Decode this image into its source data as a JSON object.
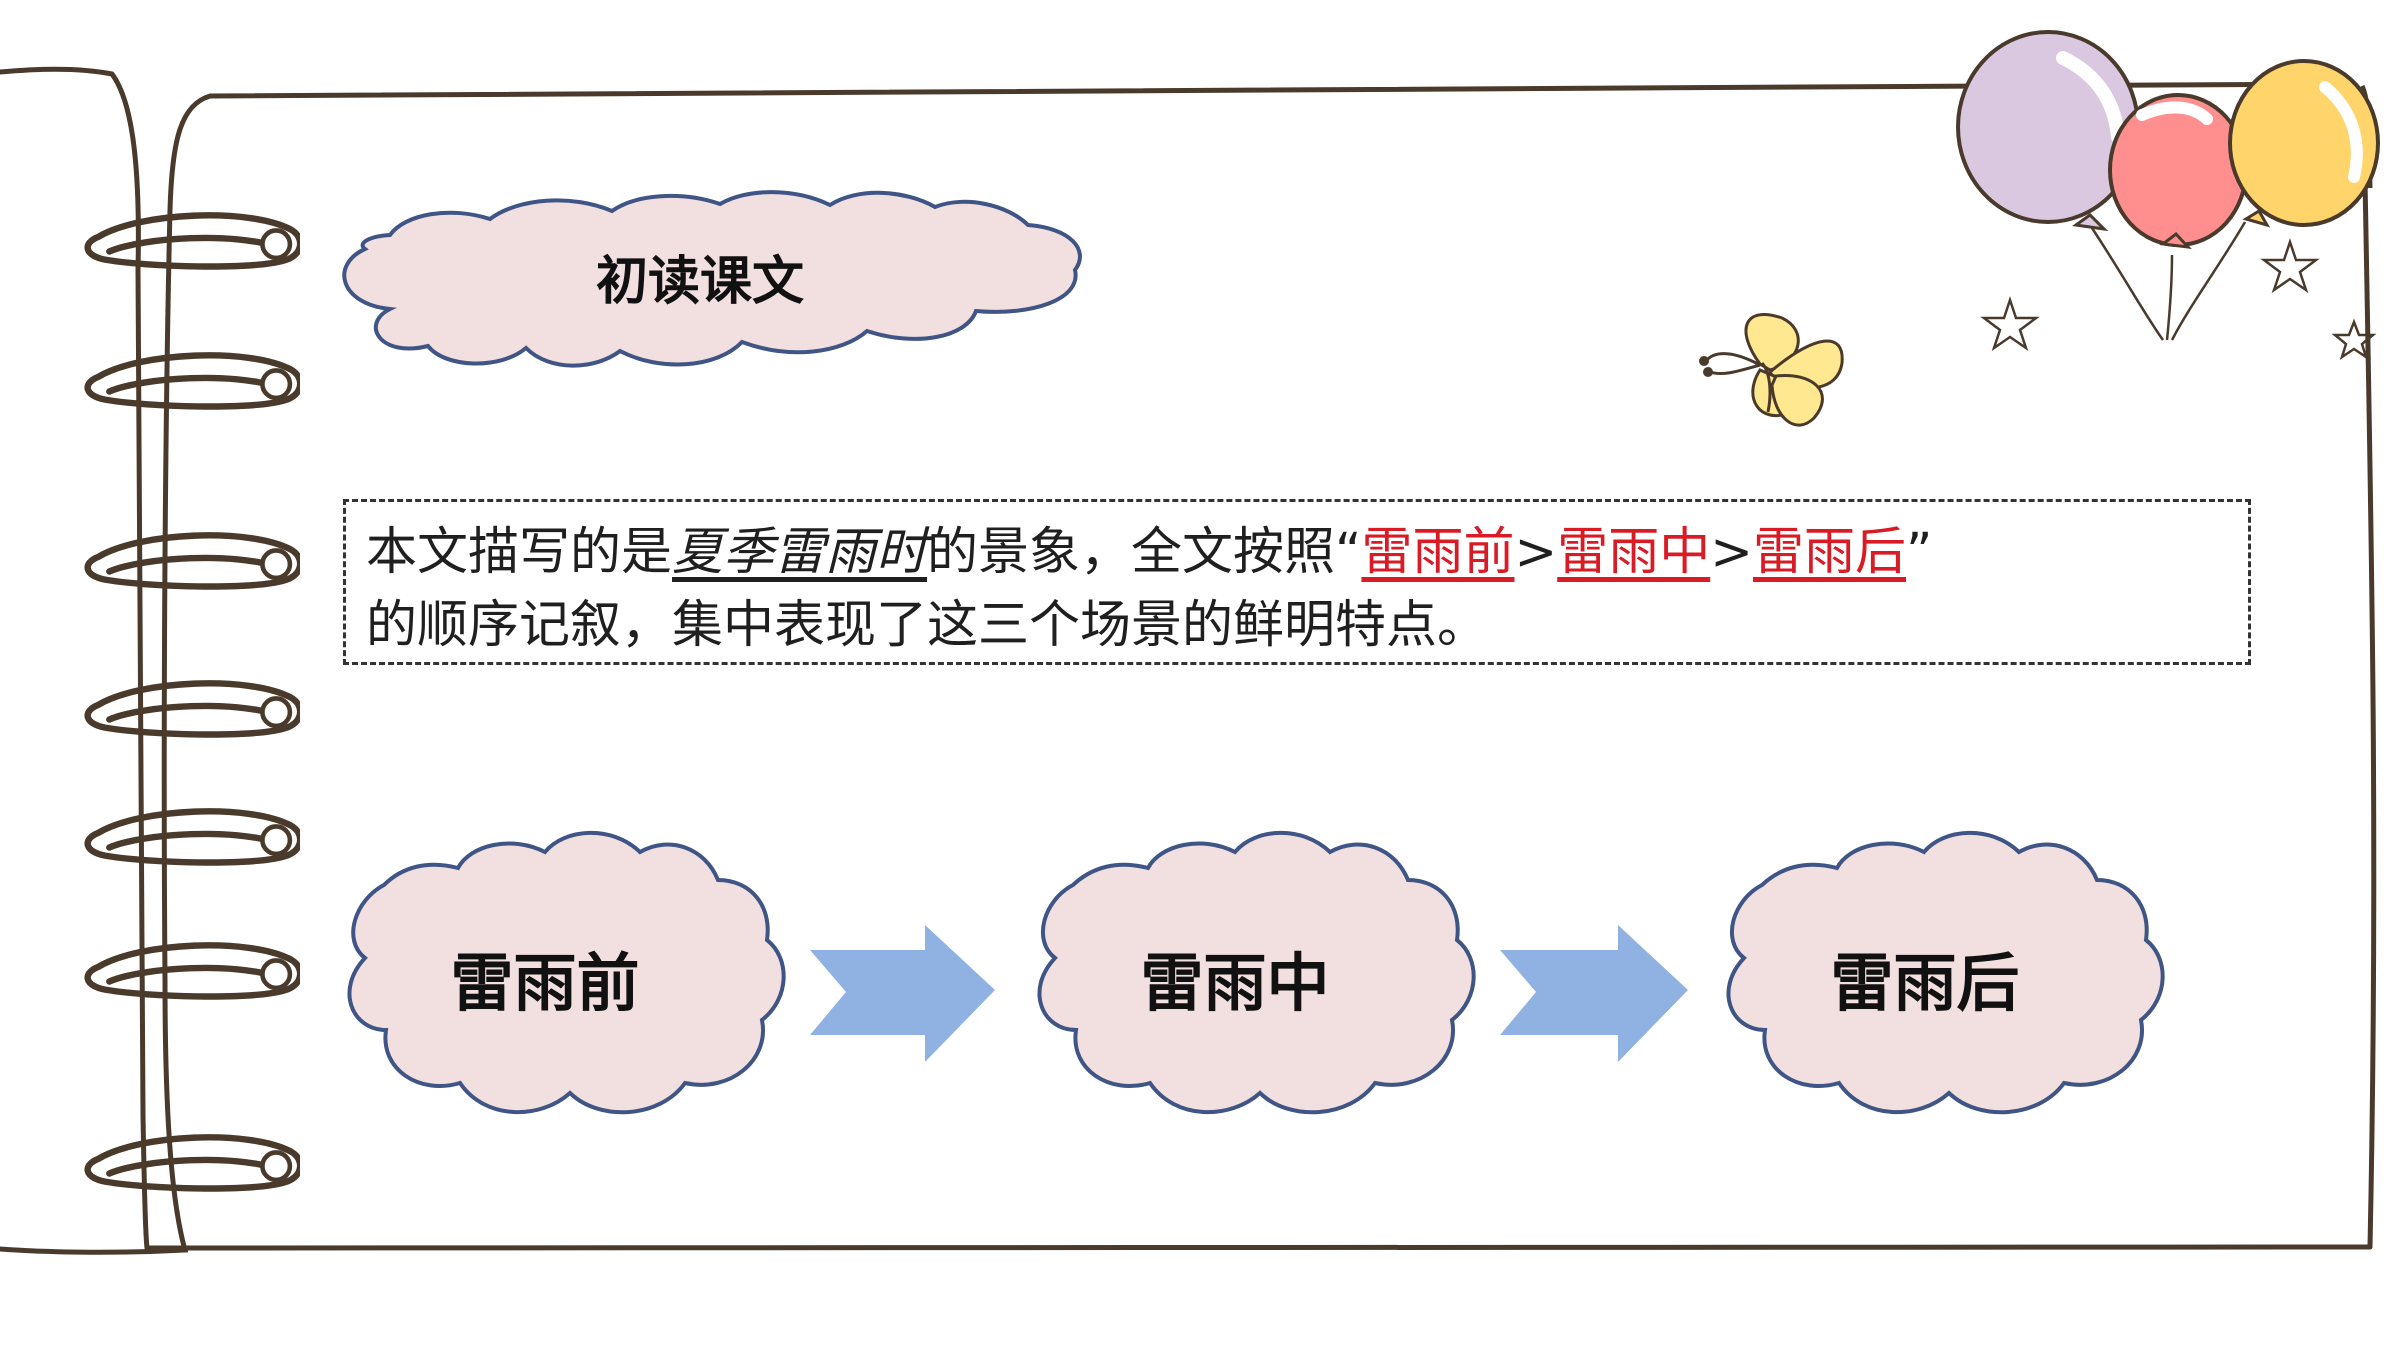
{
  "header": {
    "section_title": "初读课文"
  },
  "summary": {
    "line1_prefix": "本文描写的是",
    "line1_emphasis": "夏季雷雨时",
    "line1_middle": "的景象，全文按照“",
    "stage1": "雷雨前",
    "separator1": ">",
    "stage2": "雷雨中",
    "separator2": ">",
    "stage3": "雷雨后",
    "line1_suffix": "”",
    "line2": "的顺序记叙，集中表现了这三个场景的鲜明特点。"
  },
  "flow": {
    "steps": [
      "雷雨前",
      "雷雨中",
      "雷雨后"
    ]
  },
  "decor": {
    "icons": [
      "spiral-ring-icon",
      "balloon-icon",
      "butterfly-icon",
      "star-icon",
      "right-arrow-icon",
      "cloud-icon"
    ],
    "balloon_colors": [
      "#d9c8e0",
      "#ff8f8f",
      "#ffd46a"
    ],
    "butterfly_color": "#ffe88f",
    "cloud_fill": "#f2dfe0",
    "cloud_stroke": "#3f5585",
    "arrow_fill": "#8fb2e3",
    "accent_red": "#d81b24"
  }
}
